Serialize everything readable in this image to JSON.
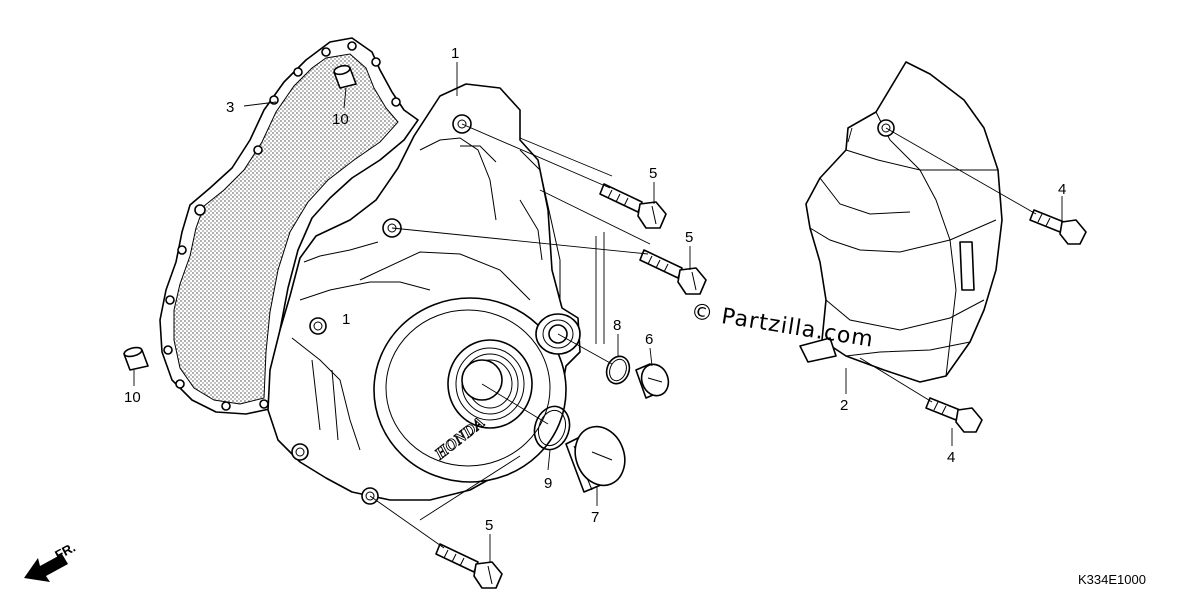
{
  "diagram": {
    "parts": [
      {
        "id": "label-1a",
        "text": "1"
      },
      {
        "id": "label-2",
        "text": "2"
      },
      {
        "id": "label-3",
        "text": "3"
      },
      {
        "id": "label-4a",
        "text": "4"
      },
      {
        "id": "label-4b",
        "text": "4"
      },
      {
        "id": "label-5a",
        "text": "5"
      },
      {
        "id": "label-5b",
        "text": "5"
      },
      {
        "id": "label-5c",
        "text": "5"
      },
      {
        "id": "label-6",
        "text": "6"
      },
      {
        "id": "label-7",
        "text": "7"
      },
      {
        "id": "label-8",
        "text": "8"
      },
      {
        "id": "label-9",
        "text": "9"
      },
      {
        "id": "label-10a",
        "text": "10"
      },
      {
        "id": "label-10b",
        "text": "10"
      }
    ],
    "cover_mark": "1",
    "brand_text": "HONDA",
    "watermark": "© Partzilla.com",
    "direction_label": "FR.",
    "diagram_code": "K334E1000"
  }
}
